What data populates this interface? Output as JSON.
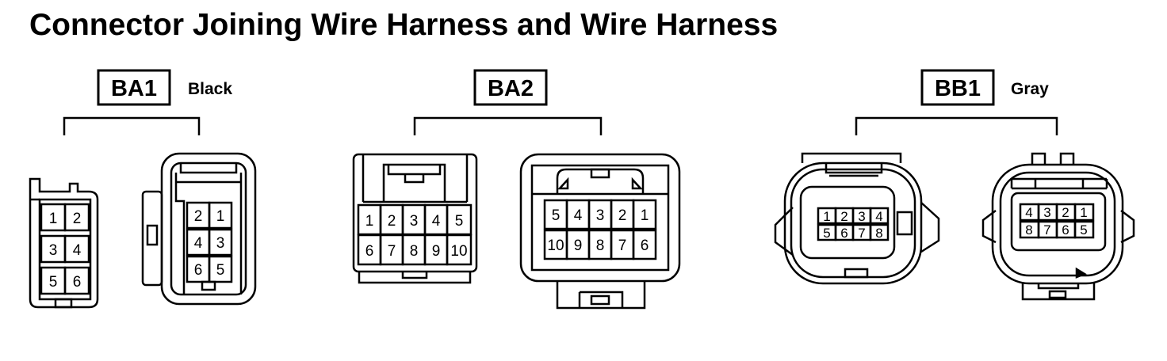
{
  "title": "Connector Joining Wire Harness and Wire Harness",
  "connectors": [
    {
      "code": "BA1",
      "color": "Black",
      "female_pins": [
        "1",
        "2",
        "3",
        "4",
        "5",
        "6"
      ],
      "male_pins": [
        "2",
        "1",
        "4",
        "3",
        "6",
        "5"
      ]
    },
    {
      "code": "BA2",
      "color": "",
      "female_pins": [
        "1",
        "2",
        "3",
        "4",
        "5",
        "6",
        "7",
        "8",
        "9",
        "10"
      ],
      "male_pins": [
        "5",
        "4",
        "3",
        "2",
        "1",
        "10",
        "9",
        "8",
        "7",
        "6"
      ]
    },
    {
      "code": "BB1",
      "color": "Gray",
      "female_pins": [
        "1",
        "2",
        "3",
        "4",
        "5",
        "6",
        "7",
        "8"
      ],
      "male_pins": [
        "4",
        "3",
        "2",
        "1",
        "8",
        "7",
        "6",
        "5"
      ]
    }
  ]
}
